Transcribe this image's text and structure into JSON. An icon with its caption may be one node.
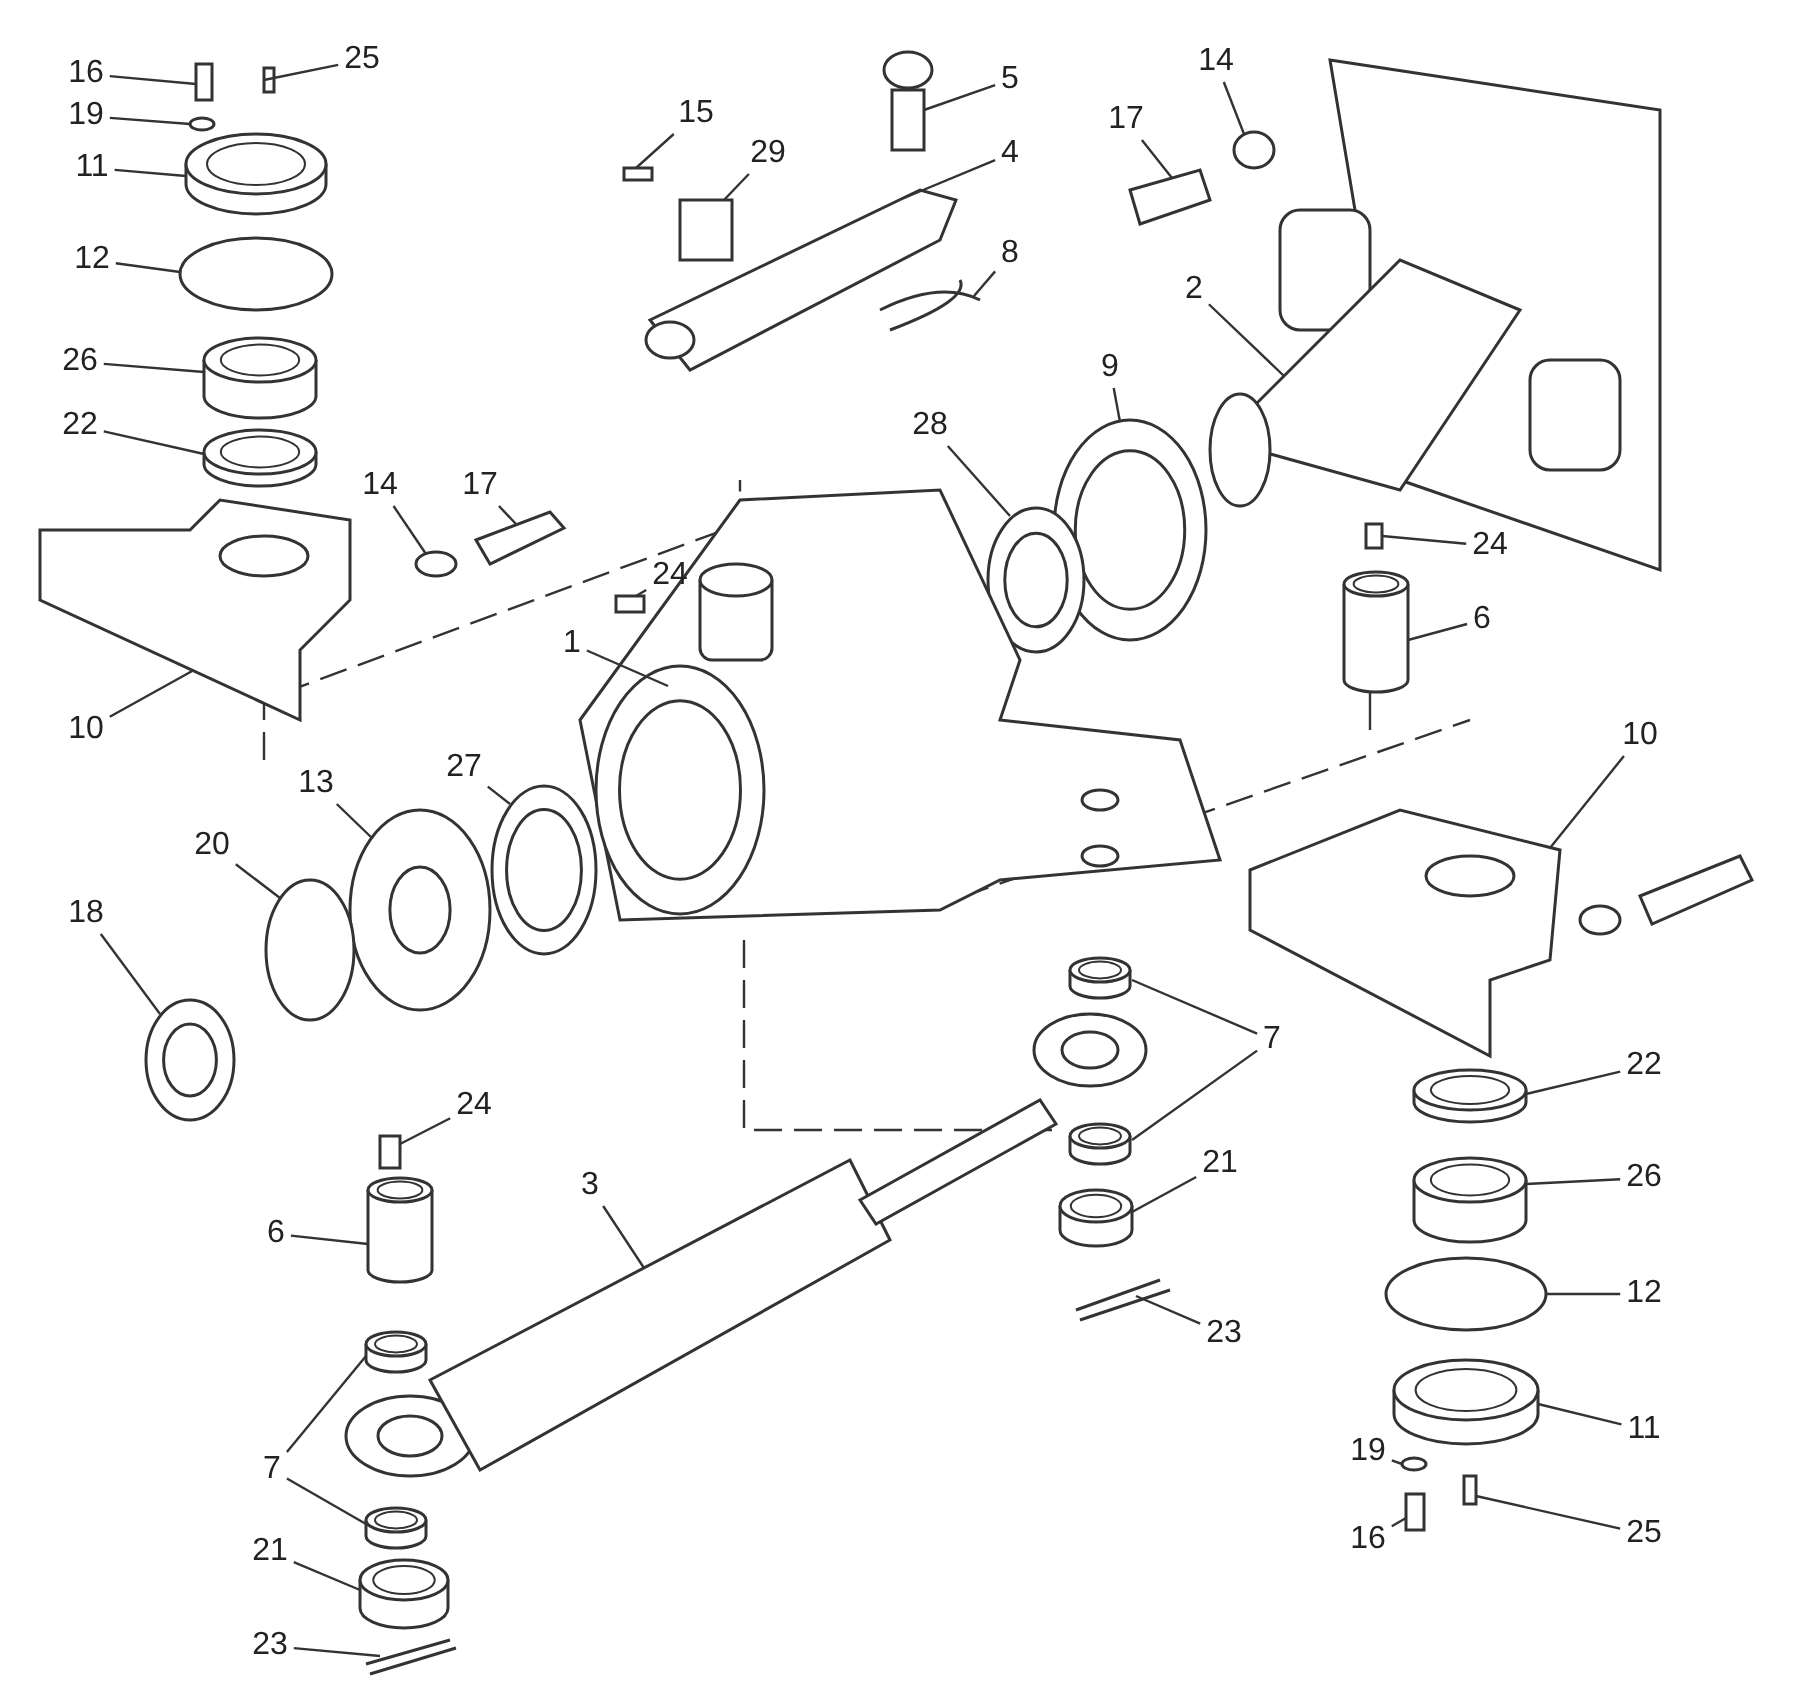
{
  "diagram": {
    "nodes": [
      {
        "text": [
          "16"
        ]
      },
      {
        "text": [
          "25"
        ]
      },
      {
        "text": [
          "19"
        ]
      },
      {
        "text": [
          "11"
        ]
      },
      {
        "text": [
          "12"
        ]
      },
      {
        "text": [
          "26"
        ]
      },
      {
        "text": [
          "22"
        ]
      },
      {
        "text": [
          "15"
        ]
      },
      {
        "text": [
          "29"
        ]
      },
      {
        "text": [
          "5"
        ]
      },
      {
        "text": [
          "4"
        ]
      },
      {
        "text": [
          "8"
        ]
      },
      {
        "text": [
          "17"
        ]
      },
      {
        "text": [
          "14"
        ]
      },
      {
        "text": [
          "2"
        ]
      },
      {
        "text": [
          "9"
        ]
      },
      {
        "text": [
          "28"
        ]
      },
      {
        "text": [
          "14"
        ]
      },
      {
        "text": [
          "17"
        ]
      },
      {
        "text": [
          "24"
        ]
      },
      {
        "text": [
          "24"
        ]
      },
      {
        "text": [
          "1"
        ]
      },
      {
        "text": [
          "6"
        ]
      },
      {
        "text": [
          "10"
        ]
      },
      {
        "text": [
          "10"
        ]
      },
      {
        "text": [
          "13"
        ]
      },
      {
        "text": [
          "27"
        ]
      },
      {
        "text": [
          "20"
        ]
      },
      {
        "text": [
          "18"
        ]
      },
      {
        "text": [
          "7"
        ]
      },
      {
        "text": [
          "24"
        ]
      },
      {
        "text": [
          "22"
        ]
      },
      {
        "text": [
          "3"
        ]
      },
      {
        "text": [
          "6"
        ]
      },
      {
        "text": [
          "21"
        ]
      },
      {
        "text": [
          "26"
        ]
      },
      {
        "text": [
          "12"
        ]
      },
      {
        "text": [
          "23"
        ]
      },
      {
        "text": [
          "7"
        ]
      },
      {
        "text": [
          "11"
        ]
      },
      {
        "text": [
          "19"
        ]
      },
      {
        "text": [
          "25"
        ]
      },
      {
        "text": [
          "16"
        ]
      },
      {
        "text": [
          "21"
        ]
      },
      {
        "text": [
          "23"
        ]
      },
      {
        "text": [],
        "shape": "box"
      },
      {
        "text": [],
        "shape": "box"
      },
      {
        "text": [],
        "shape": "circle"
      },
      {
        "text": [],
        "shape": "cylinder"
      },
      {
        "text": [],
        "shape": "circle"
      },
      {
        "text": [],
        "shape": "cylinder"
      },
      {
        "text": [],
        "shape": "cylinder"
      },
      {
        "text": [],
        "shape": "box"
      },
      {
        "text": [],
        "shape": "box"
      },
      {
        "text": [],
        "shape": "picture"
      },
      {
        "text": [],
        "shape": "picture"
      },
      {
        "text": [],
        "shape": "picture"
      },
      {
        "text": [],
        "shape": "box"
      },
      {
        "text": [],
        "shape": "circle"
      },
      {
        "text": [],
        "shape": "picture"
      },
      {
        "text": [],
        "shape": "ring"
      },
      {
        "text": [],
        "shape": "ring"
      },
      {
        "text": [],
        "shape": "circle"
      },
      {
        "text": [],
        "shape": "box"
      },
      {
        "text": [],
        "shape": "box"
      },
      {
        "text": [],
        "shape": "box"
      },
      {
        "text": [],
        "shape": "picture"
      },
      {
        "text": [],
        "shape": "cylinder"
      },
      {
        "text": [],
        "shape": "picture"
      },
      {
        "text": [],
        "shape": "picture"
      },
      {
        "text": [],
        "shape": "ring"
      },
      {
        "text": [],
        "shape": "ring"
      },
      {
        "text": [],
        "shape": "circle"
      },
      {
        "text": [],
        "shape": "ring"
      },
      {
        "text": [],
        "shape": "cylinder"
      },
      {
        "text": [],
        "shape": "cylinder"
      },
      {
        "text": [],
        "shape": "box"
      },
      {
        "text": [],
        "shape": "cylinder"
      },
      {
        "text": [],
        "shape": "picture"
      },
      {
        "text": [],
        "shape": "cylinder"
      },
      {
        "text": [],
        "shape": "cylinder"
      },
      {
        "text": [],
        "shape": "cylinder"
      },
      {
        "text": [],
        "shape": "circle"
      },
      {
        "text": [],
        "shape": "picture"
      },
      {
        "text": [],
        "shape": "cylinder"
      },
      {
        "text": [],
        "shape": "cylinder"
      },
      {
        "text": [],
        "shape": "cylinder"
      },
      {
        "text": [],
        "shape": "circle"
      },
      {
        "text": [],
        "shape": "box"
      },
      {
        "text": [],
        "shape": "box"
      },
      {
        "text": [],
        "shape": "cylinder"
      },
      {
        "text": [],
        "shape": "picture"
      }
    ],
    "edges": [
      {
        "from": 0,
        "to": 45,
        "arrow": "none"
      },
      {
        "from": 1,
        "to": 46,
        "arrow": "none"
      },
      {
        "from": 2,
        "to": 47,
        "arrow": "none"
      },
      {
        "from": 3,
        "to": 48,
        "arrow": "none"
      },
      {
        "from": 4,
        "to": 49,
        "arrow": "none"
      },
      {
        "from": 5,
        "to": 50,
        "arrow": "none"
      },
      {
        "from": 6,
        "to": 51,
        "arrow": "none"
      },
      {
        "from": 7,
        "to": 52,
        "arrow": "none"
      },
      {
        "from": 8,
        "to": 53,
        "arrow": "none"
      },
      {
        "from": 9,
        "to": 54,
        "arrow": "none"
      },
      {
        "from": 10,
        "to": 55,
        "arrow": "none"
      },
      {
        "from": 11,
        "to": 56,
        "arrow": "none"
      },
      {
        "from": 12,
        "to": 57,
        "arrow": "none"
      },
      {
        "from": 13,
        "to": 58,
        "arrow": "none"
      },
      {
        "from": 14,
        "to": 59,
        "arrow": "none"
      },
      {
        "from": 15,
        "to": 60,
        "arrow": "none"
      },
      {
        "from": 16,
        "to": 61,
        "arrow": "none"
      },
      {
        "from": 17,
        "to": 62,
        "arrow": "none"
      },
      {
        "from": 18,
        "to": 63,
        "arrow": "none"
      },
      {
        "from": 19,
        "to": 64,
        "arrow": "none"
      },
      {
        "from": 20,
        "to": 65,
        "arrow": "none"
      },
      {
        "from": 21,
        "to": 66,
        "arrow": "none"
      },
      {
        "from": 22,
        "to": 67,
        "arrow": "none"
      },
      {
        "from": 23,
        "to": 68,
        "arrow": "none"
      },
      {
        "from": 24,
        "to": 69,
        "arrow": "none"
      },
      {
        "from": 25,
        "to": 70,
        "arrow": "none"
      },
      {
        "from": 26,
        "to": 71,
        "arrow": "none"
      },
      {
        "from": 27,
        "to": 72,
        "arrow": "none"
      },
      {
        "from": 28,
        "to": 73,
        "arrow": "none"
      },
      {
        "from": 29,
        "to": 74,
        "arrow": "none"
      },
      {
        "from": 29,
        "to": 75,
        "arrow": "none"
      },
      {
        "from": 30,
        "to": 76,
        "arrow": "none"
      },
      {
        "from": 31,
        "to": 77,
        "arrow": "none"
      },
      {
        "from": 32,
        "to": 78,
        "arrow": "none"
      },
      {
        "from": 33,
        "to": 79,
        "arrow": "none"
      },
      {
        "from": 34,
        "to": 80,
        "arrow": "none"
      },
      {
        "from": 35,
        "to": 81,
        "arrow": "none"
      },
      {
        "from": 36,
        "to": 82,
        "arrow": "none"
      },
      {
        "from": 37,
        "to": 83,
        "arrow": "none"
      },
      {
        "from": 38,
        "to": 84,
        "arrow": "none"
      },
      {
        "from": 38,
        "to": 85,
        "arrow": "none"
      },
      {
        "from": 39,
        "to": 86,
        "arrow": "none"
      },
      {
        "from": 40,
        "to": 87,
        "arrow": "none"
      },
      {
        "from": 41,
        "to": 88,
        "arrow": "none"
      },
      {
        "from": 42,
        "to": 89,
        "arrow": "none"
      },
      {
        "from": 43,
        "to": 90,
        "arrow": "none"
      },
      {
        "from": 44,
        "to": 91,
        "arrow": "none"
      }
    ]
  }
}
